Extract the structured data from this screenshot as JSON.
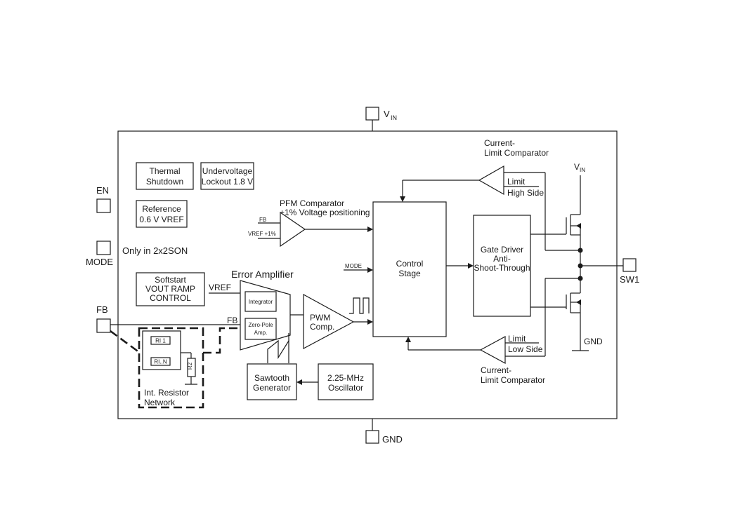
{
  "pins": {
    "vin_top": "V",
    "vin_top_sub": "IN",
    "gnd_bottom": "GND",
    "en": "EN",
    "mode": "MODE",
    "fb": "FB",
    "sw1": "SW1",
    "only_in": "Only in  2x2SON"
  },
  "blocks": {
    "thermal": [
      "Thermal",
      "Shutdown"
    ],
    "uvlo": [
      "Undervoltage",
      "Lockout 1.8 V"
    ],
    "reference": [
      "Reference",
      "0.6 V VREF"
    ],
    "softstart": [
      "Softstart",
      "VOUT RAMP",
      "CONTROL"
    ],
    "control": [
      "Control",
      "Stage"
    ],
    "gate_driver": [
      "Gate Driver",
      "Anti-",
      "Shoot-Through"
    ],
    "sawtooth": [
      "Sawtooth",
      "Generator"
    ],
    "oscillator": [
      "2.25-MHz",
      "Oscillator"
    ],
    "resistor_network": [
      "Int. Resistor",
      "Network"
    ]
  },
  "labels": {
    "pfm_title": [
      "PFM Comparator",
      "+1% Voltage positioning"
    ],
    "pfm_fb": "FB",
    "pfm_vref": "VREF +1%",
    "error_amp": "Error Amplifier",
    "vref": "VREF",
    "fb_line": "FB",
    "integrator": "Integrator",
    "zero_pole": [
      "Zero-Pole",
      "Amp."
    ],
    "pwm": [
      "PWM",
      "Comp."
    ],
    "mode_in": "MODE",
    "cl_top": [
      "Current-",
      "Limit Comparator"
    ],
    "cl_top_limit": "Limit",
    "cl_top_side": "High Side",
    "cl_bot": [
      "Current-",
      "Limit Comparator"
    ],
    "cl_bot_limit": "Limit",
    "cl_bot_side": "Low Side",
    "vin_right": "V",
    "vin_right_sub": "IN",
    "gnd_right": "GND",
    "r1": "RI 1",
    "rn": "RI..N",
    "r2": "R2"
  }
}
